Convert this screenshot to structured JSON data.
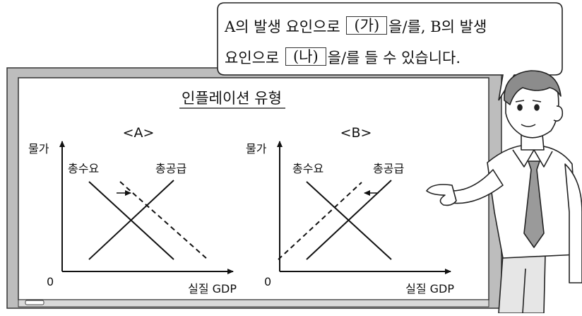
{
  "bubble": {
    "line1": {
      "pre": "A의 발생 요인으로",
      "slot": "(가)",
      "post": "을/를, B의 발생"
    },
    "line2": {
      "pre": "요인으로",
      "slot": "(나)",
      "post": "을/를 들 수 있습니다."
    }
  },
  "board": {
    "title": "인플레이션 유형"
  },
  "charts": [
    {
      "label": "<A>",
      "y_axis_label": "물가",
      "x_axis_label": "실질 GDP",
      "origin_label": "0",
      "demand_label": "총수요",
      "supply_label": "총공급",
      "shift": "demand-right"
    },
    {
      "label": "<B>",
      "y_axis_label": "물가",
      "x_axis_label": "실질 GDP",
      "origin_label": "0",
      "demand_label": "총수요",
      "supply_label": "총공급",
      "shift": "supply-left"
    }
  ],
  "colors": {
    "ink": "#111111",
    "board_frame": "#b9b9b9",
    "board_face": "#ffffff"
  }
}
